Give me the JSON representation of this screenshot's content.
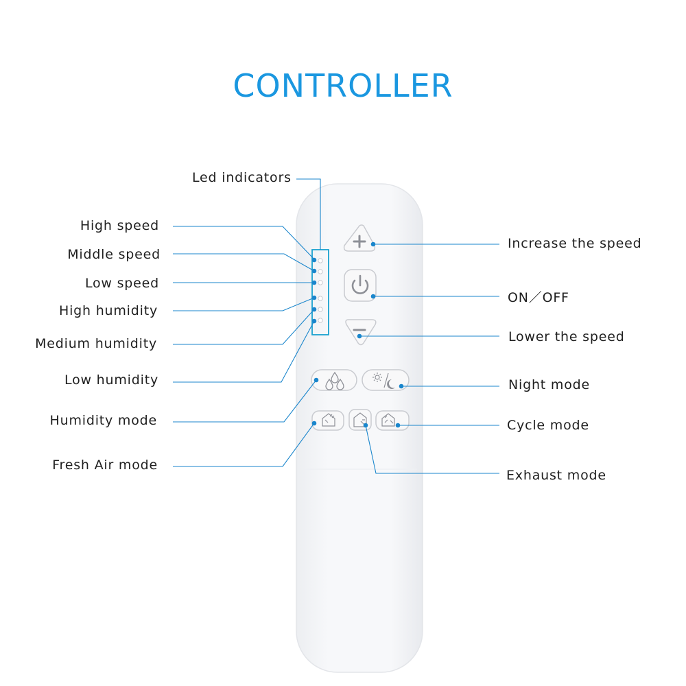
{
  "title": "CONTROLLER",
  "colors": {
    "title": "#1a97e0",
    "leader_line": "#1a86cc",
    "leader_dot": "#1a86cc",
    "remote_body": "#f3f4f6",
    "remote_edge": "#e6e7ea",
    "button_fill": "#f8f8f9",
    "button_edge": "#c9cbd0",
    "icon": "#8e9097",
    "led_panel": "#19a1cf"
  },
  "icons": {
    "plus": "plus-icon",
    "power": "power-icon",
    "minus": "minus-icon",
    "humidity": "water-drops-icon",
    "night": "sun-moon-icon",
    "fresh_air": "house-fresh-air-icon",
    "exhaust": "house-exhaust-icon",
    "cycle": "house-cycle-icon"
  },
  "labels": {
    "led_indicators": "Led indicators",
    "high_speed": "High speed",
    "middle_speed": "Middle speed",
    "low_speed": "Low speed",
    "high_humidity": "High humidity",
    "medium_humidity": "Medium humidity",
    "low_humidity": "Low humidity",
    "humidity_mode": "Humidity mode",
    "fresh_air_mode": "Fresh Air mode",
    "increase_speed": "Increase the speed",
    "on_off": "ON／OFF",
    "lower_speed": "Lower the speed",
    "night_mode": "Night mode",
    "cycle_mode": "Cycle mode",
    "exhaust_mode": "Exhaust mode"
  }
}
